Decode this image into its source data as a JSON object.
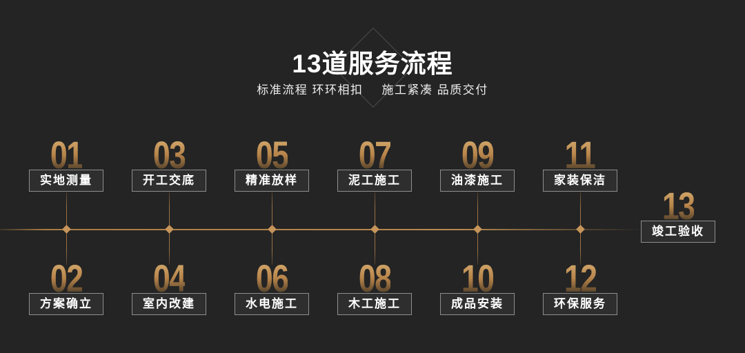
{
  "header": {
    "title": "13道服务流程",
    "subtitle_left": "标准流程 环环相扣",
    "subtitle_right": "施工紧凑 品质交付"
  },
  "steps": [
    {
      "num": "01",
      "label": "实地测量"
    },
    {
      "num": "02",
      "label": "方案确立"
    },
    {
      "num": "03",
      "label": "开工交底"
    },
    {
      "num": "04",
      "label": "室内改建"
    },
    {
      "num": "05",
      "label": "精准放样"
    },
    {
      "num": "06",
      "label": "水电施工"
    },
    {
      "num": "07",
      "label": "泥工施工"
    },
    {
      "num": "08",
      "label": "木工施工"
    },
    {
      "num": "09",
      "label": "油漆施工"
    },
    {
      "num": "10",
      "label": "成品安装"
    },
    {
      "num": "11",
      "label": "家装保洁"
    },
    {
      "num": "12",
      "label": "环保服务"
    },
    {
      "num": "13",
      "label": "竣工验收"
    }
  ],
  "colors": {
    "background": "#242424",
    "gold_marker": "#c6955a",
    "gold_line": "#a87b44",
    "number_gradient_top": "#d3a86c",
    "number_gradient_bottom": "#55422b",
    "box_background": "#2e2e2e",
    "box_border": "#8f8f8f",
    "title_text": "#ffffff"
  }
}
